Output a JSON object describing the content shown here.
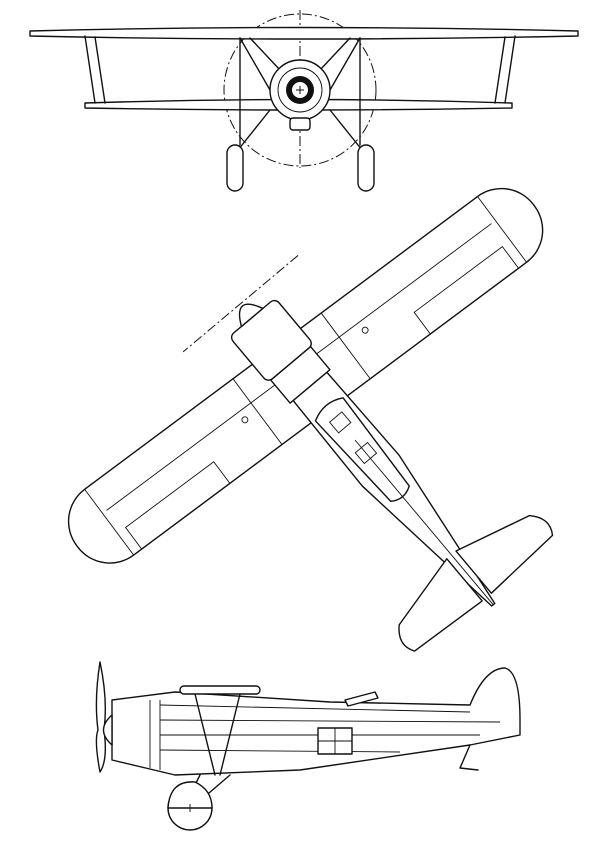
{
  "drawing": {
    "views": [
      "front",
      "top",
      "side"
    ],
    "colors": {
      "line": "#111111",
      "background": "#ffffff"
    }
  }
}
